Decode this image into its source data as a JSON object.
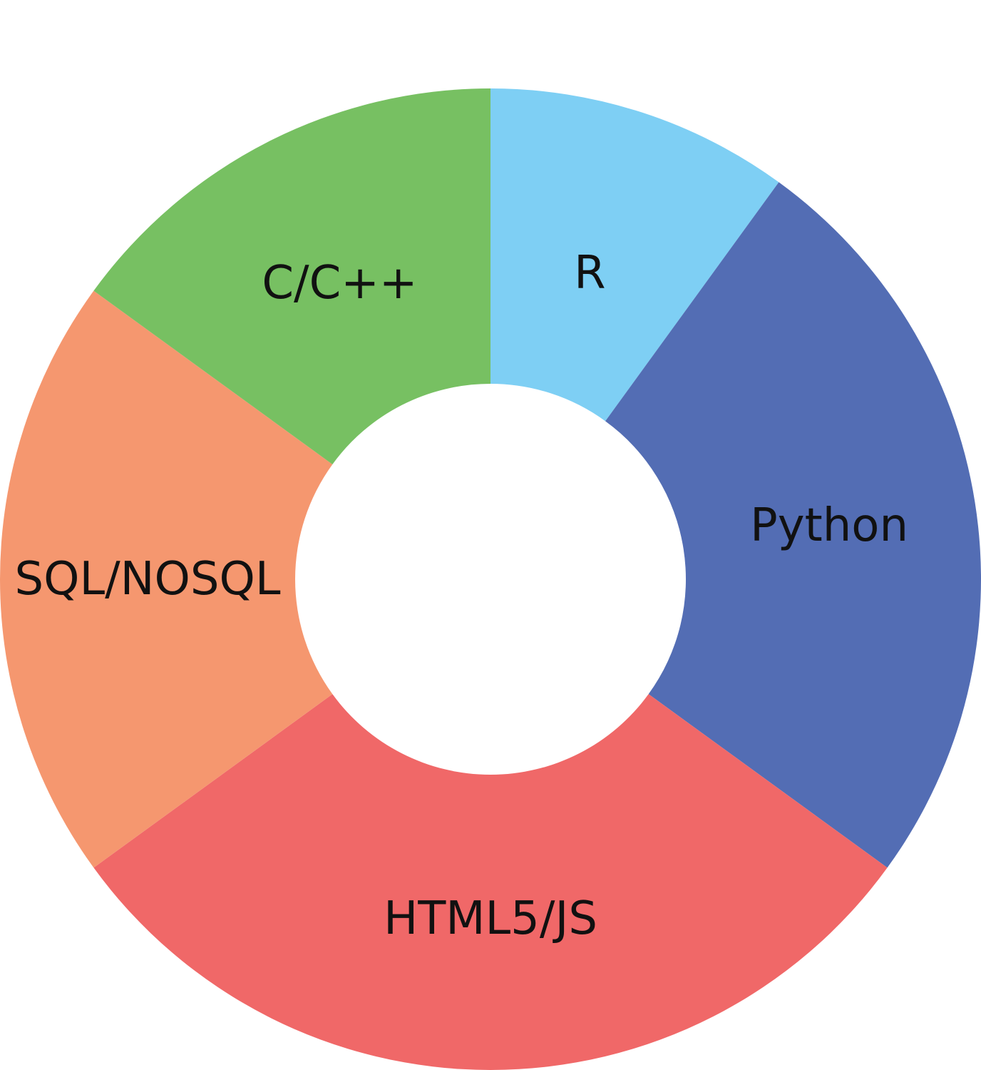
{
  "chart_data": {
    "type": "pie",
    "variant": "donut",
    "title": "",
    "slices": [
      {
        "label": "R",
        "value": 10,
        "color": "#7ecff4"
      },
      {
        "label": "Python",
        "value": 25,
        "color": "#536db4"
      },
      {
        "label": "HTML5/JS",
        "value": 30,
        "color": "#f06868"
      },
      {
        "label": "SQL/NOSQL",
        "value": 20,
        "color": "#f5976f"
      },
      {
        "label": "C/C++",
        "value": 15,
        "color": "#77c062"
      }
    ],
    "start_angle_deg": 0,
    "direction": "clockwise",
    "legend": "none"
  }
}
